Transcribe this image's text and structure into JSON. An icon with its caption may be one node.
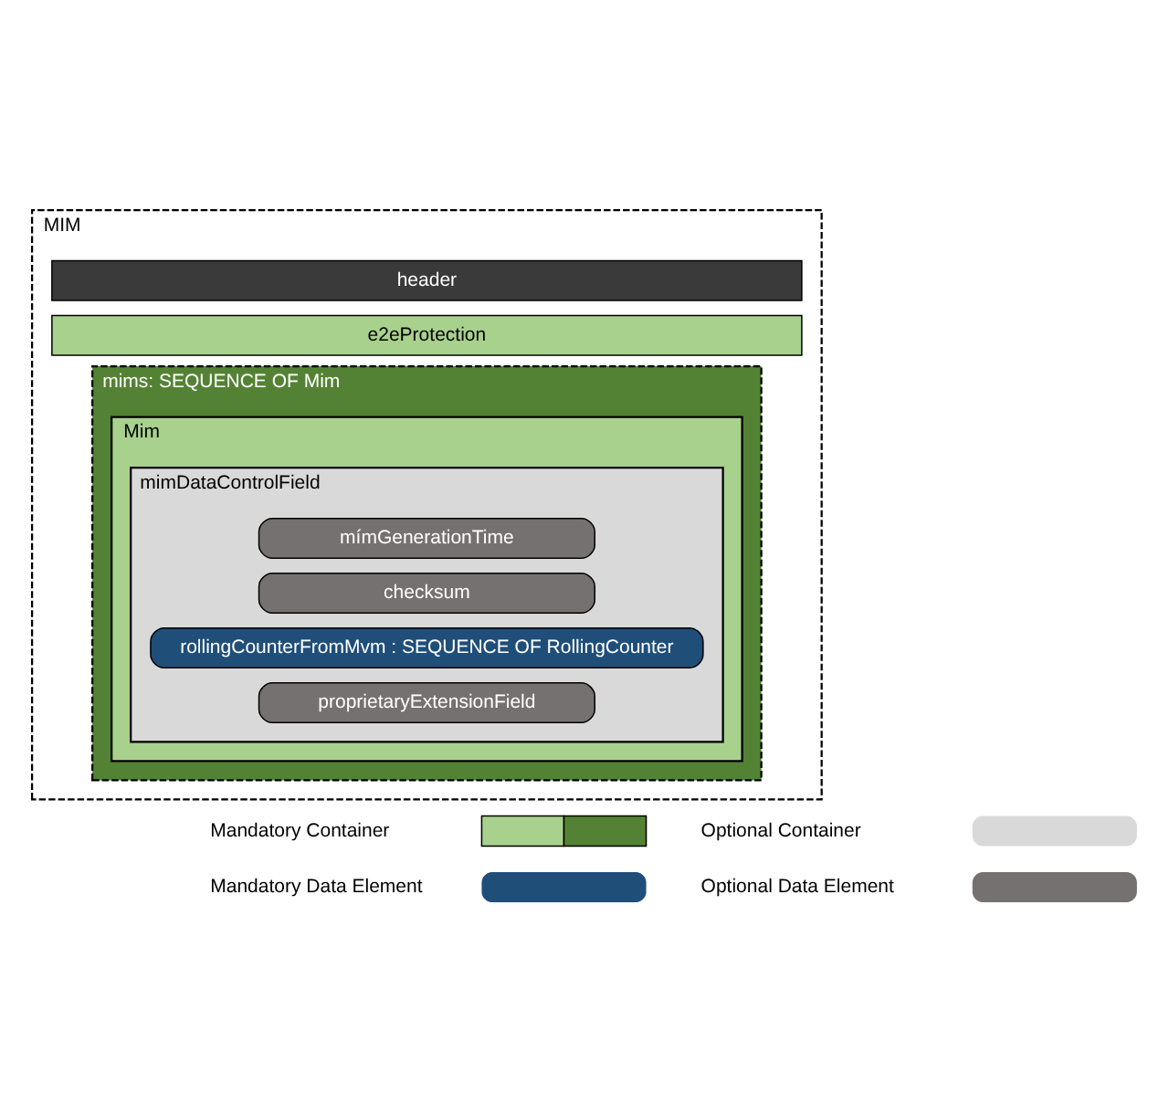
{
  "diagram": {
    "nodes": [
      {
        "text": [
          "MIM"
        ]
      },
      {
        "text": [
          "header"
        ],
        "in": 0
      },
      {
        "text": [
          "e2eProtection"
        ],
        "in": 0
      },
      {
        "text": [
          "mims: SEQUENCE OF Mim"
        ],
        "in": 0
      },
      {
        "text": [
          "Mim"
        ],
        "in": 3
      },
      {
        "text": [
          "mimDataControlField"
        ],
        "in": 4
      },
      {
        "text": [
          "mímGenerationTime"
        ],
        "in": 5
      },
      {
        "text": [
          "checksum"
        ],
        "in": 5
      },
      {
        "text": [
          "rollingCounterFromMvm : SEQUENCE OF RollingCounter"
        ],
        "in": 5
      },
      {
        "text": [
          "proprietaryExtensionField"
        ],
        "in": 5
      }
    ],
    "edges": [],
    "legend": [
      {
        "text": "Mandatory Container"
      },
      {
        "text": "Optional Container",
        "color": "#d9d9d9"
      },
      {
        "text": "Mandatory Data Element",
        "color": "#1f4e79"
      },
      {
        "text": "Optional Data Element",
        "color": "#767171"
      }
    ]
  }
}
